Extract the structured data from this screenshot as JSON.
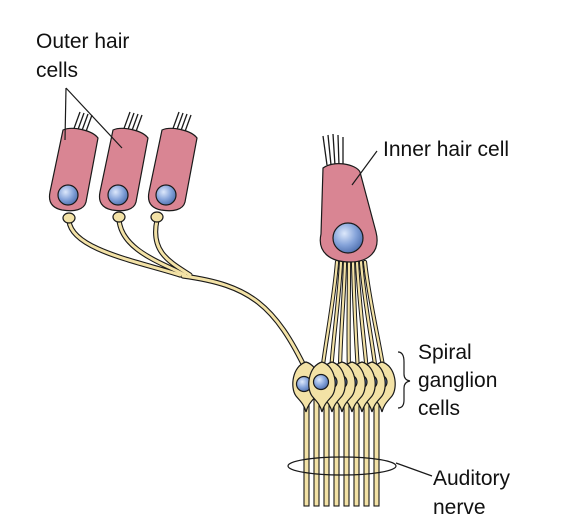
{
  "labels": {
    "outer_hair_cells_line1": "Outer hair",
    "outer_hair_cells_line2": "cells",
    "inner_hair_cell": "Inner hair cell",
    "spiral_line1": "Spiral",
    "spiral_line2": "ganglion",
    "spiral_line3": "cells",
    "auditory_line1": "Auditory",
    "auditory_line2": "nerve"
  },
  "colors": {
    "hair_cell_fill": "#d98593",
    "nucleus_fill": "#7f9fd6",
    "neuron_fill": "#f3e2a6",
    "outline": "#1a1a1a"
  }
}
